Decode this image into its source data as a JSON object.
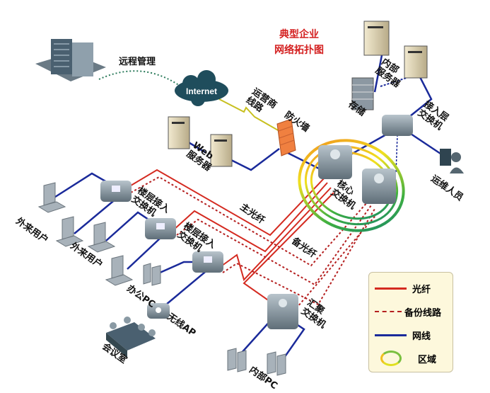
{
  "title": {
    "line1": "典型企业",
    "line2": "网络拓扑图"
  },
  "labels": {
    "remote_mgmt": "远程管理",
    "internet": "Internet",
    "isp_line": "运营商\n线路",
    "firewall": "防火墙",
    "web_servers": "Web\n服务器",
    "internal_servers": "内部\n服务器",
    "storage": "存储",
    "access_switch": "接入层\n交换机",
    "ops_staff": "运维人员",
    "core_switch": "核心\n交换机",
    "floor_switch_1": "楼层接入\n交换机",
    "floor_switch_2": "楼层接入\n交换机",
    "main_fiber": "主光纤",
    "backup_fiber": "备光纤",
    "guest_user_1": "外来用户",
    "guest_user_2": "外来用户",
    "office_pc": "办公PC",
    "wireless_ap": "无线AP",
    "meeting_room": "会议室",
    "aggregation_switch": "汇聚\n交换机",
    "internal_pc": "内部PC"
  },
  "legend": [
    {
      "label": "光纤",
      "style": "solid",
      "color": "#d42a20"
    },
    {
      "label": "备份线路",
      "style": "dashed",
      "color": "#b52020"
    },
    {
      "label": "网线",
      "style": "solid",
      "color": "#1a2a9a"
    },
    {
      "label": "区域",
      "style": "ring",
      "color": "#7ac040"
    }
  ],
  "colors": {
    "fiber": "#d42a20",
    "backup": "#b52020",
    "ethernet": "#1a2a9a",
    "title": "#d42020",
    "remote": "#2a7a5a"
  }
}
